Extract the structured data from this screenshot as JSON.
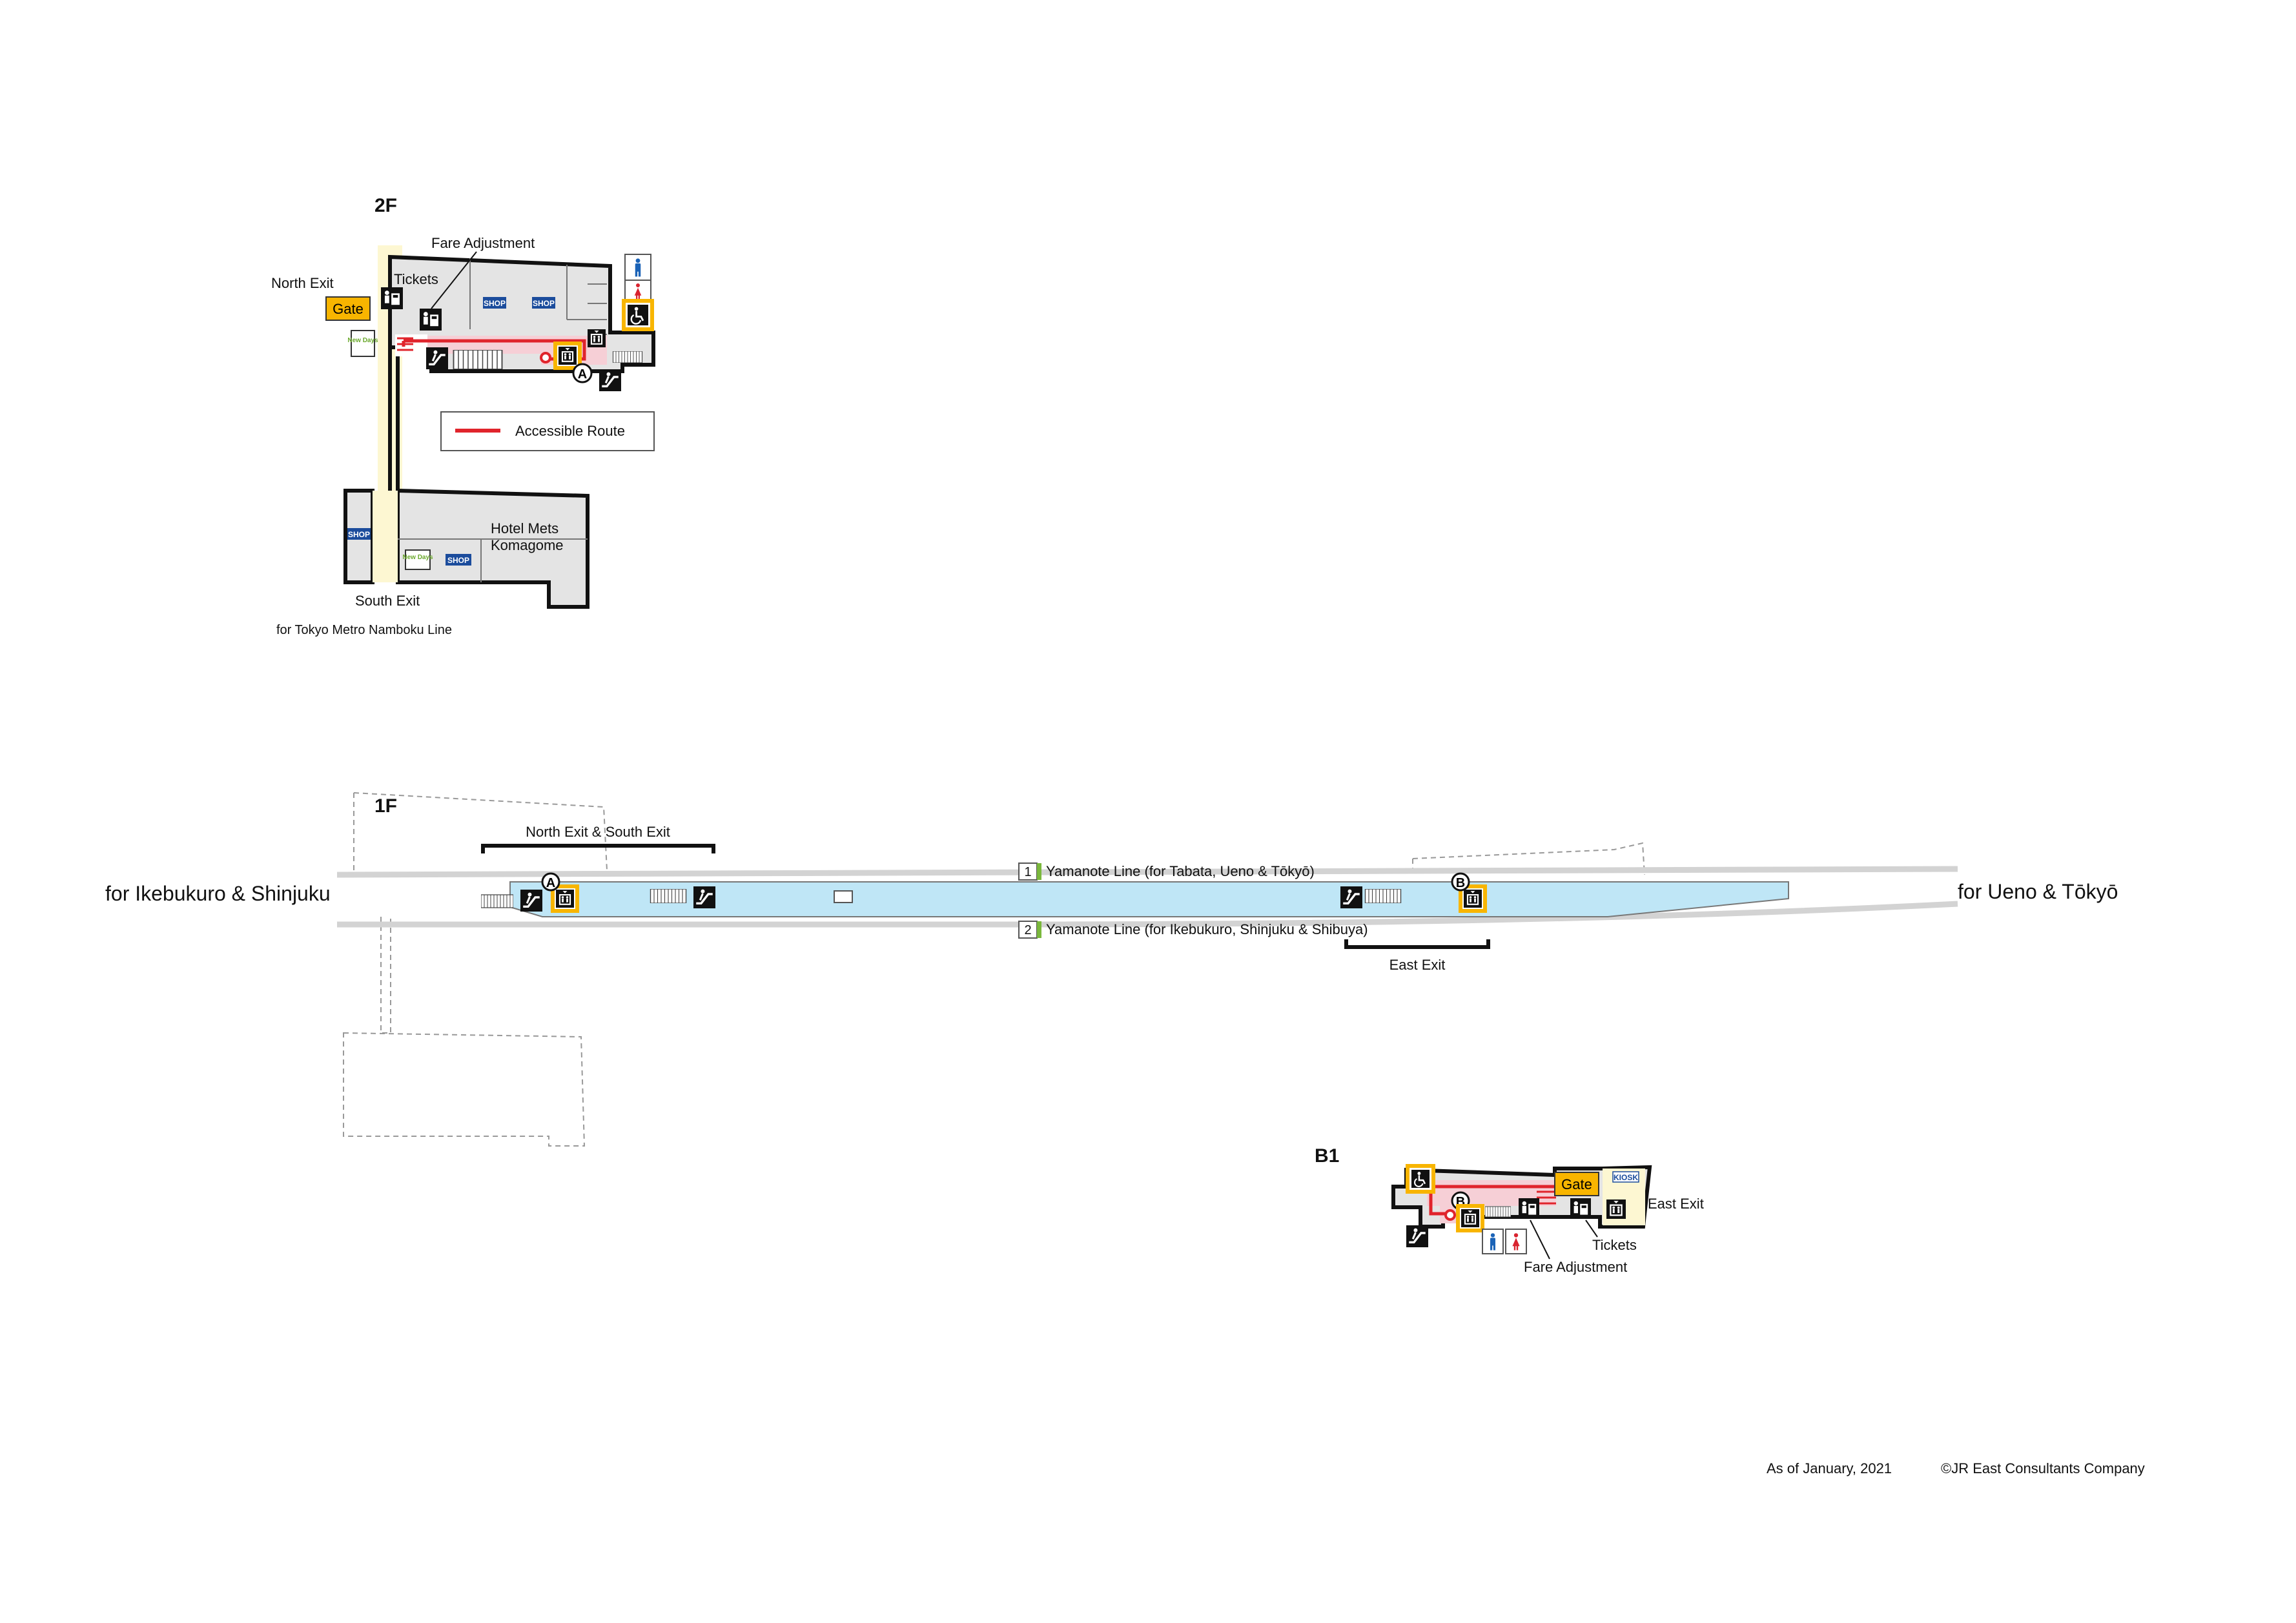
{
  "floors": {
    "f2": {
      "title": "2F",
      "labels": {
        "fare_adjustment": "Fare Adjustment",
        "north_exit": "North Exit",
        "tickets": "Tickets",
        "gate": "Gate",
        "shop1": "SHOP",
        "shop2": "SHOP",
        "shop3": "SHOP",
        "shop4": "SHOP",
        "newdays1": "New Days",
        "newdays2": "New Days",
        "hotel_line1": "Hotel Mets",
        "hotel_line2": "Komagome",
        "south_exit": "South Exit",
        "metro": "for Tokyo Metro Namboku Line",
        "elevator_marker": "A"
      },
      "legend": {
        "accessible_route": "Accessible Route"
      }
    },
    "f1": {
      "title": "1F",
      "north_south_exit": "North Exit & South Exit",
      "track1_num": "1",
      "track1_label": "Yamanote Line (for Tabata, Ueno & Tōkyō)",
      "track2_num": "2",
      "track2_label": "Yamanote Line (for Ikebukuro, Shinjuku & Shibuya)",
      "east_exit": "East Exit",
      "dir_left": "for Ikebukuro & Shinjuku",
      "dir_right": "for Ueno & Tōkyō",
      "marker_a": "A",
      "marker_b": "B"
    },
    "b1": {
      "title": "B1",
      "gate": "Gate",
      "kiosk": "KIOSK",
      "east_exit": "East Exit",
      "tickets": "Tickets",
      "fare_adjustment": "Fare Adjustment",
      "marker_b": "B"
    }
  },
  "footer": {
    "date": "As of January, 2021",
    "copyright": "©JR East Consultants Company"
  },
  "icons": {
    "ticket_machine": "ticket-machine-icon",
    "fare_adjustment": "fare-adjustment-machine-icon",
    "elevator": "elevator-icon",
    "escalator": "escalator-icon",
    "stairs": "stairs-icon",
    "wheelchair": "wheelchair-icon",
    "restroom_men": "restroom-men-icon",
    "restroom_women": "restroom-women-icon"
  },
  "colors": {
    "platform": "#bfe6f6",
    "corridor": "#fdf7d2",
    "accessible_route": "#e0242c",
    "accessible_fill": "#f6cfd6",
    "gate": "#f8b500",
    "shop": "#1b4c9c",
    "room": "#e4e4e4",
    "track": "#d3d3d3",
    "line_green": "#7ab83c"
  }
}
